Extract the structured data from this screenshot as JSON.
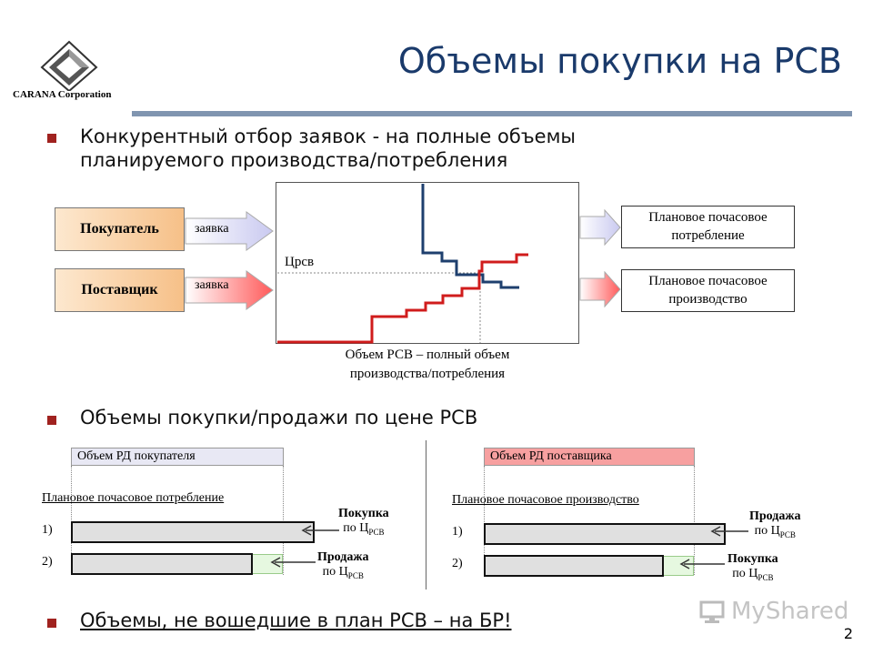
{
  "header": {
    "logo_text": "CARANA Corporation",
    "title": "Объемы покупки на РСВ"
  },
  "bullets": [
    "Конкурентный отбор заявок - на полные объемы планируемого производства/потребления",
    "Объемы покупки/продажи по цене РСВ",
    "Объемы, не вошедшие в план РСВ – на БР!"
  ],
  "auction": {
    "buyer_label": "Покупатель",
    "seller_label": "Поставщик",
    "bid_label": "заявка",
    "price_label": "Црсв",
    "caption": "Объем РСВ – полный объем производства/потребления",
    "out_consumption": "Плановое почасовое потребление",
    "out_production": "Плановое почасовое производство"
  },
  "buyer_panel": {
    "header": "Объем РД покупателя",
    "plan_label": "Плановое почасовое потребление",
    "row1": "1)",
    "row2": "2)",
    "case1_action": "Покупка",
    "case2_action": "Продажа",
    "price_prefix": "по Ц",
    "price_sub": "РСВ"
  },
  "seller_panel": {
    "header": "Объем РД поставщика",
    "plan_label": "Плановое почасовое производство",
    "row1": "1)",
    "row2": "2)",
    "case1_action": "Продажа",
    "case2_action": "Покупка",
    "price_prefix": "по Ц",
    "price_sub": "РСВ"
  },
  "footer": {
    "watermark": "MyShared",
    "page_number": "2"
  },
  "colors": {
    "title": "#1a3a6b",
    "bullet": "#a0221f",
    "demand_curve": "#1e3f6e",
    "supply_curve": "#d01c1c",
    "buyer_fill": "#e8e8f4",
    "seller_fill": "#f7a0a0",
    "extra_volume": "#e6f8e0"
  }
}
